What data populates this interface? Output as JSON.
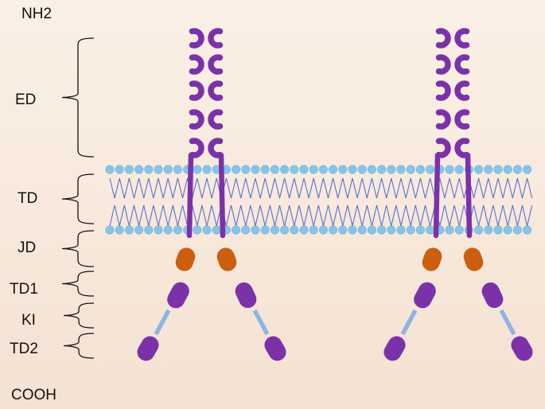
{
  "labels": {
    "nterm": "NH2",
    "cterm": "COOH",
    "domains": [
      "ED",
      "TD",
      "JD",
      "TD1",
      "KI",
      "TD2"
    ]
  },
  "colors": {
    "receptor": "#7b32a8",
    "juxtamembrane": "#cc5e10",
    "linker": "#8fb4e0",
    "lipid_head": "#86c5e8",
    "lipid_tail": "#4a67c9"
  },
  "structure": {
    "receptor_pairs": 2,
    "chains_per_pair": 2,
    "ig_loops_per_chain": 5
  }
}
